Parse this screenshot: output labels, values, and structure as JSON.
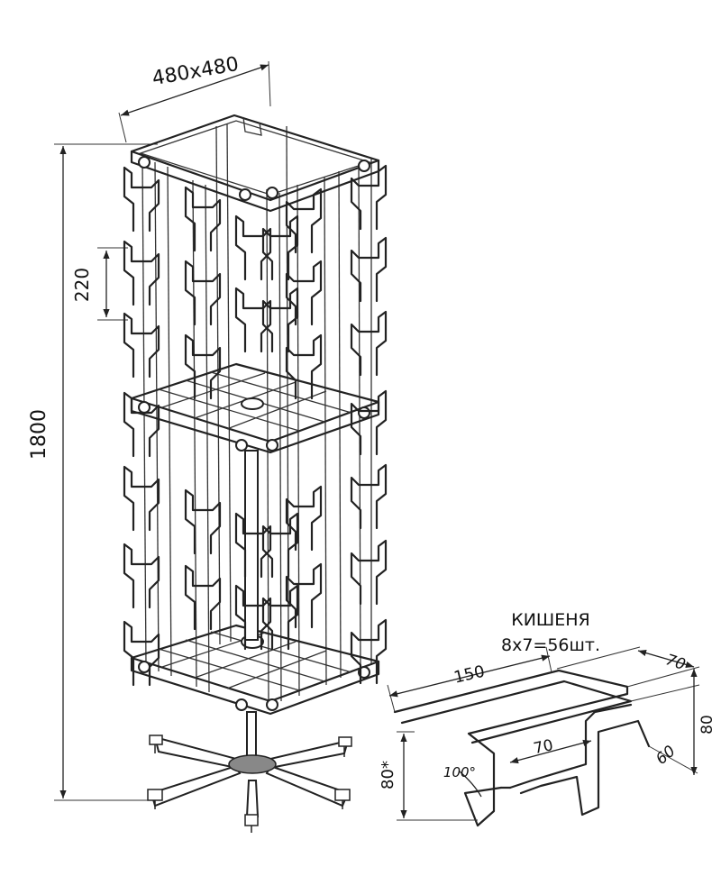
{
  "dimensions": {
    "top_size": "480x480",
    "height": "1800",
    "shelf_spacing": "220"
  },
  "pocket": {
    "title": "КИШЕНЯ",
    "count_label": "8x7=56шт.",
    "length": "150",
    "depth_top": "70",
    "inner_width": "70",
    "height_right": "80",
    "lip": "60",
    "front_height": "80*",
    "angle": "100°"
  }
}
